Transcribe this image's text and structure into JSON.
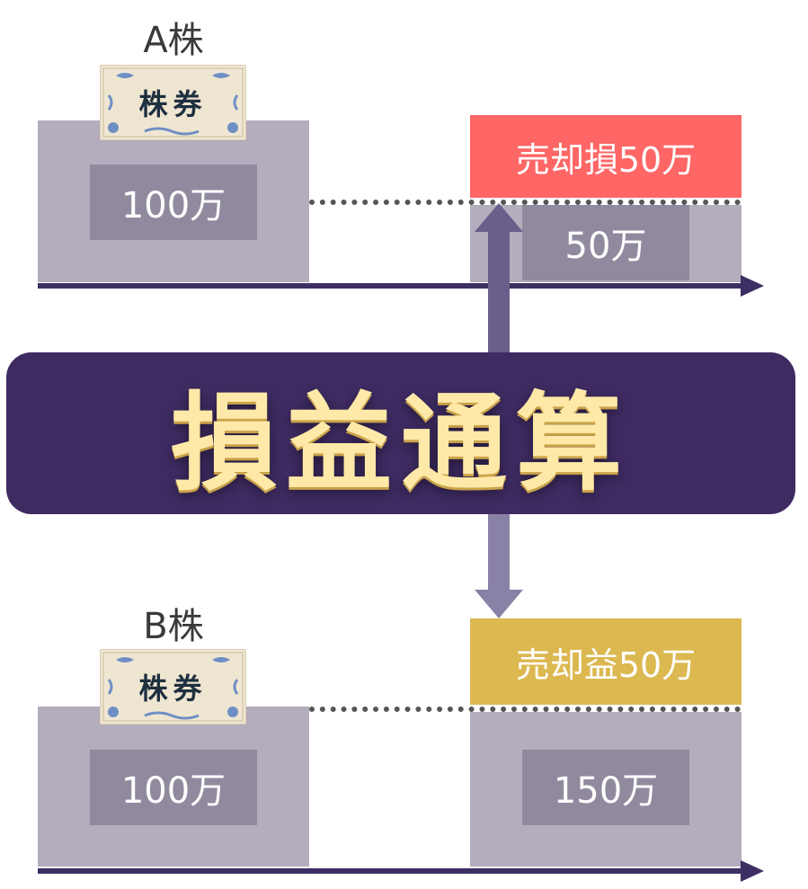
{
  "stock_a": {
    "label": "A株",
    "certificate_text": "株券",
    "buy_value": "100万",
    "sell_value": "50万",
    "result_tag": "売却損50万",
    "result_color": "#ff6666"
  },
  "stock_b": {
    "label": "B株",
    "certificate_text": "株券",
    "buy_value": "100万",
    "sell_value": "150万",
    "result_tag": "売却益50万",
    "result_color": "#dcb850"
  },
  "banner": {
    "title": "損益通算"
  },
  "colors": {
    "box": "#b3adbd",
    "inner_box": "#918a9f",
    "axis": "#3d2e63",
    "banner_bg": "#3e2b62",
    "arrow": "#8a81a6"
  },
  "icons": [
    "stock-certificate-icon",
    "double-arrow-icon",
    "axis-arrow-icon"
  ]
}
